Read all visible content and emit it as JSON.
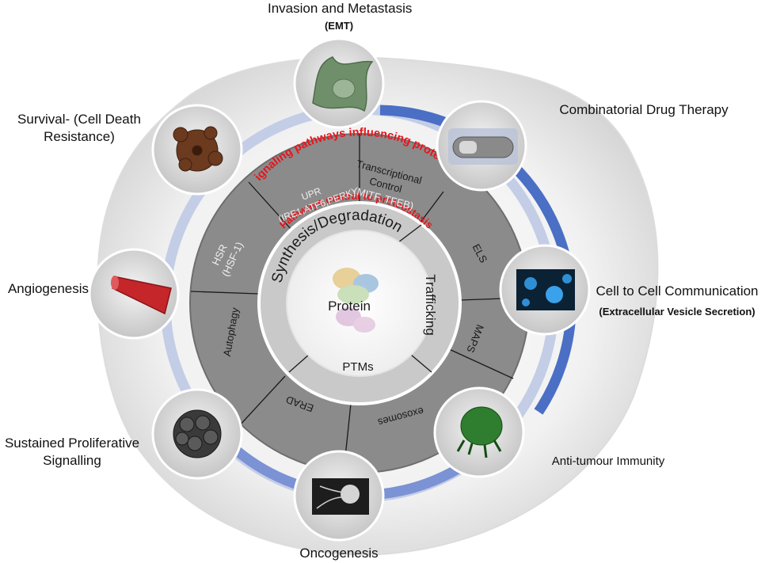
{
  "outer_labels": {
    "invasion": "Invasion and Metastasis",
    "invasion_sub": "(EMT)",
    "drug": "Combinatorial Drug Therapy",
    "survival_line1": "Survival- (Cell Death",
    "survival_line2": "Resistance)",
    "angiogenesis": "Angiogenesis",
    "cell_comm": "Cell to Cell Communication",
    "cell_comm_sub": "(Extracellular  Vesicle Secretion)",
    "proliferative_line1": "Sustained Proliferative",
    "proliferative_line2": "Signalling",
    "immunity": "Anti-tumour Immunity",
    "oncogenesis": "Oncogenesis"
  },
  "ring_titles": {
    "outer": "Signaling pathways influencing proteostasis",
    "inner": "Pathways central to proteostasis"
  },
  "outer_segments": {
    "upr_line1": "UPR",
    "upr_line2": "(IRE1,ATF6,PERK)",
    "tc_line1": "Transcriptional",
    "tc_line2": "Control",
    "tc_line3": "(MITF, TFEB)",
    "els": "ELS",
    "maps": "MAPS",
    "exosomes": "exosomes",
    "erad": "ERAD",
    "autophagy": "Autophagy",
    "hsr_line1": "HSR",
    "hsr_line2": "(HSF-1)"
  },
  "inner_segments": {
    "synthesis": "Synthesis/Degradation",
    "trafficking": "Trafficking",
    "ptms": "PTMs"
  },
  "center": {
    "protein": "Protein"
  },
  "colors": {
    "ring_blue": "#4a6fc4",
    "ring_light": "#c3cde6",
    "highlight_red": "#e8141b",
    "segment_gray": "#8b8b8b",
    "inner_ring": "#c9c9c9"
  }
}
